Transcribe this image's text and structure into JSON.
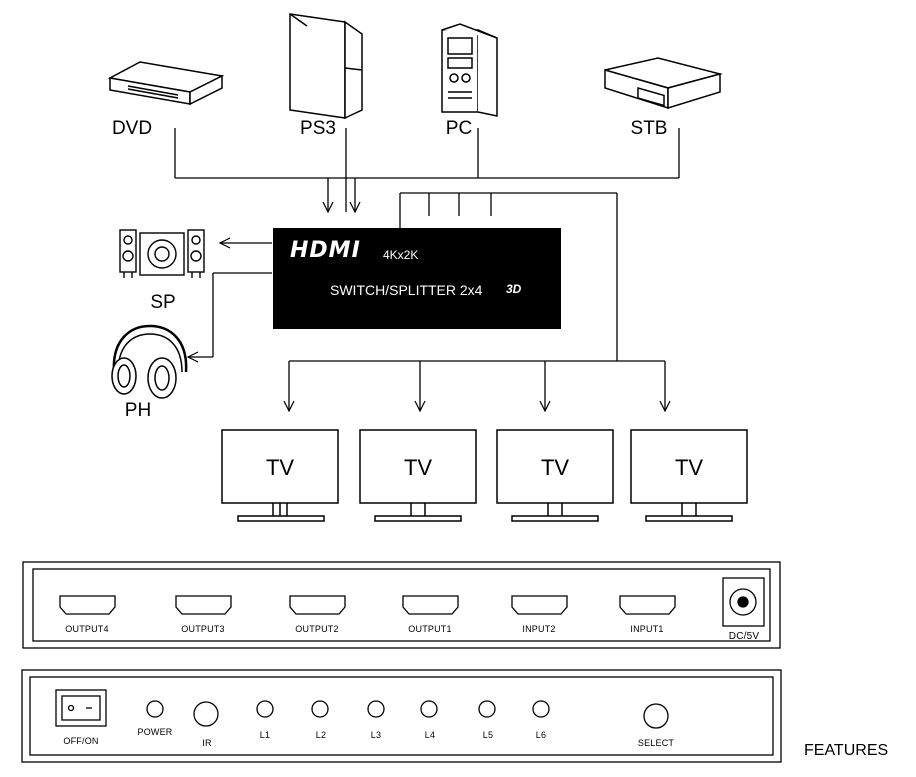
{
  "sources": {
    "dvd": "DVD",
    "ps3": "PS3",
    "pc": "PC",
    "stb": "STB"
  },
  "device": {
    "logo": "HDMI",
    "resolution": "4Kx2K",
    "model": "SWITCH/SPLITTER 2x4",
    "badge": "3D"
  },
  "audio": {
    "speaker": "SP",
    "headphone": "PH"
  },
  "displays": {
    "tv_label": "TV"
  },
  "back_panel": {
    "ports": [
      "OUTPUT4",
      "OUTPUT3",
      "OUTPUT2",
      "OUTPUT1",
      "INPUT2",
      "INPUT1"
    ],
    "power_jack": "DC/5V"
  },
  "front_panel": {
    "switch": "OFF/ON",
    "power": "POWER",
    "ir": "IR",
    "leds": [
      "L1",
      "L2",
      "L3",
      "L4",
      "L5",
      "L6"
    ],
    "select": "SELECT"
  },
  "footer": {
    "features": "FEATURES"
  }
}
